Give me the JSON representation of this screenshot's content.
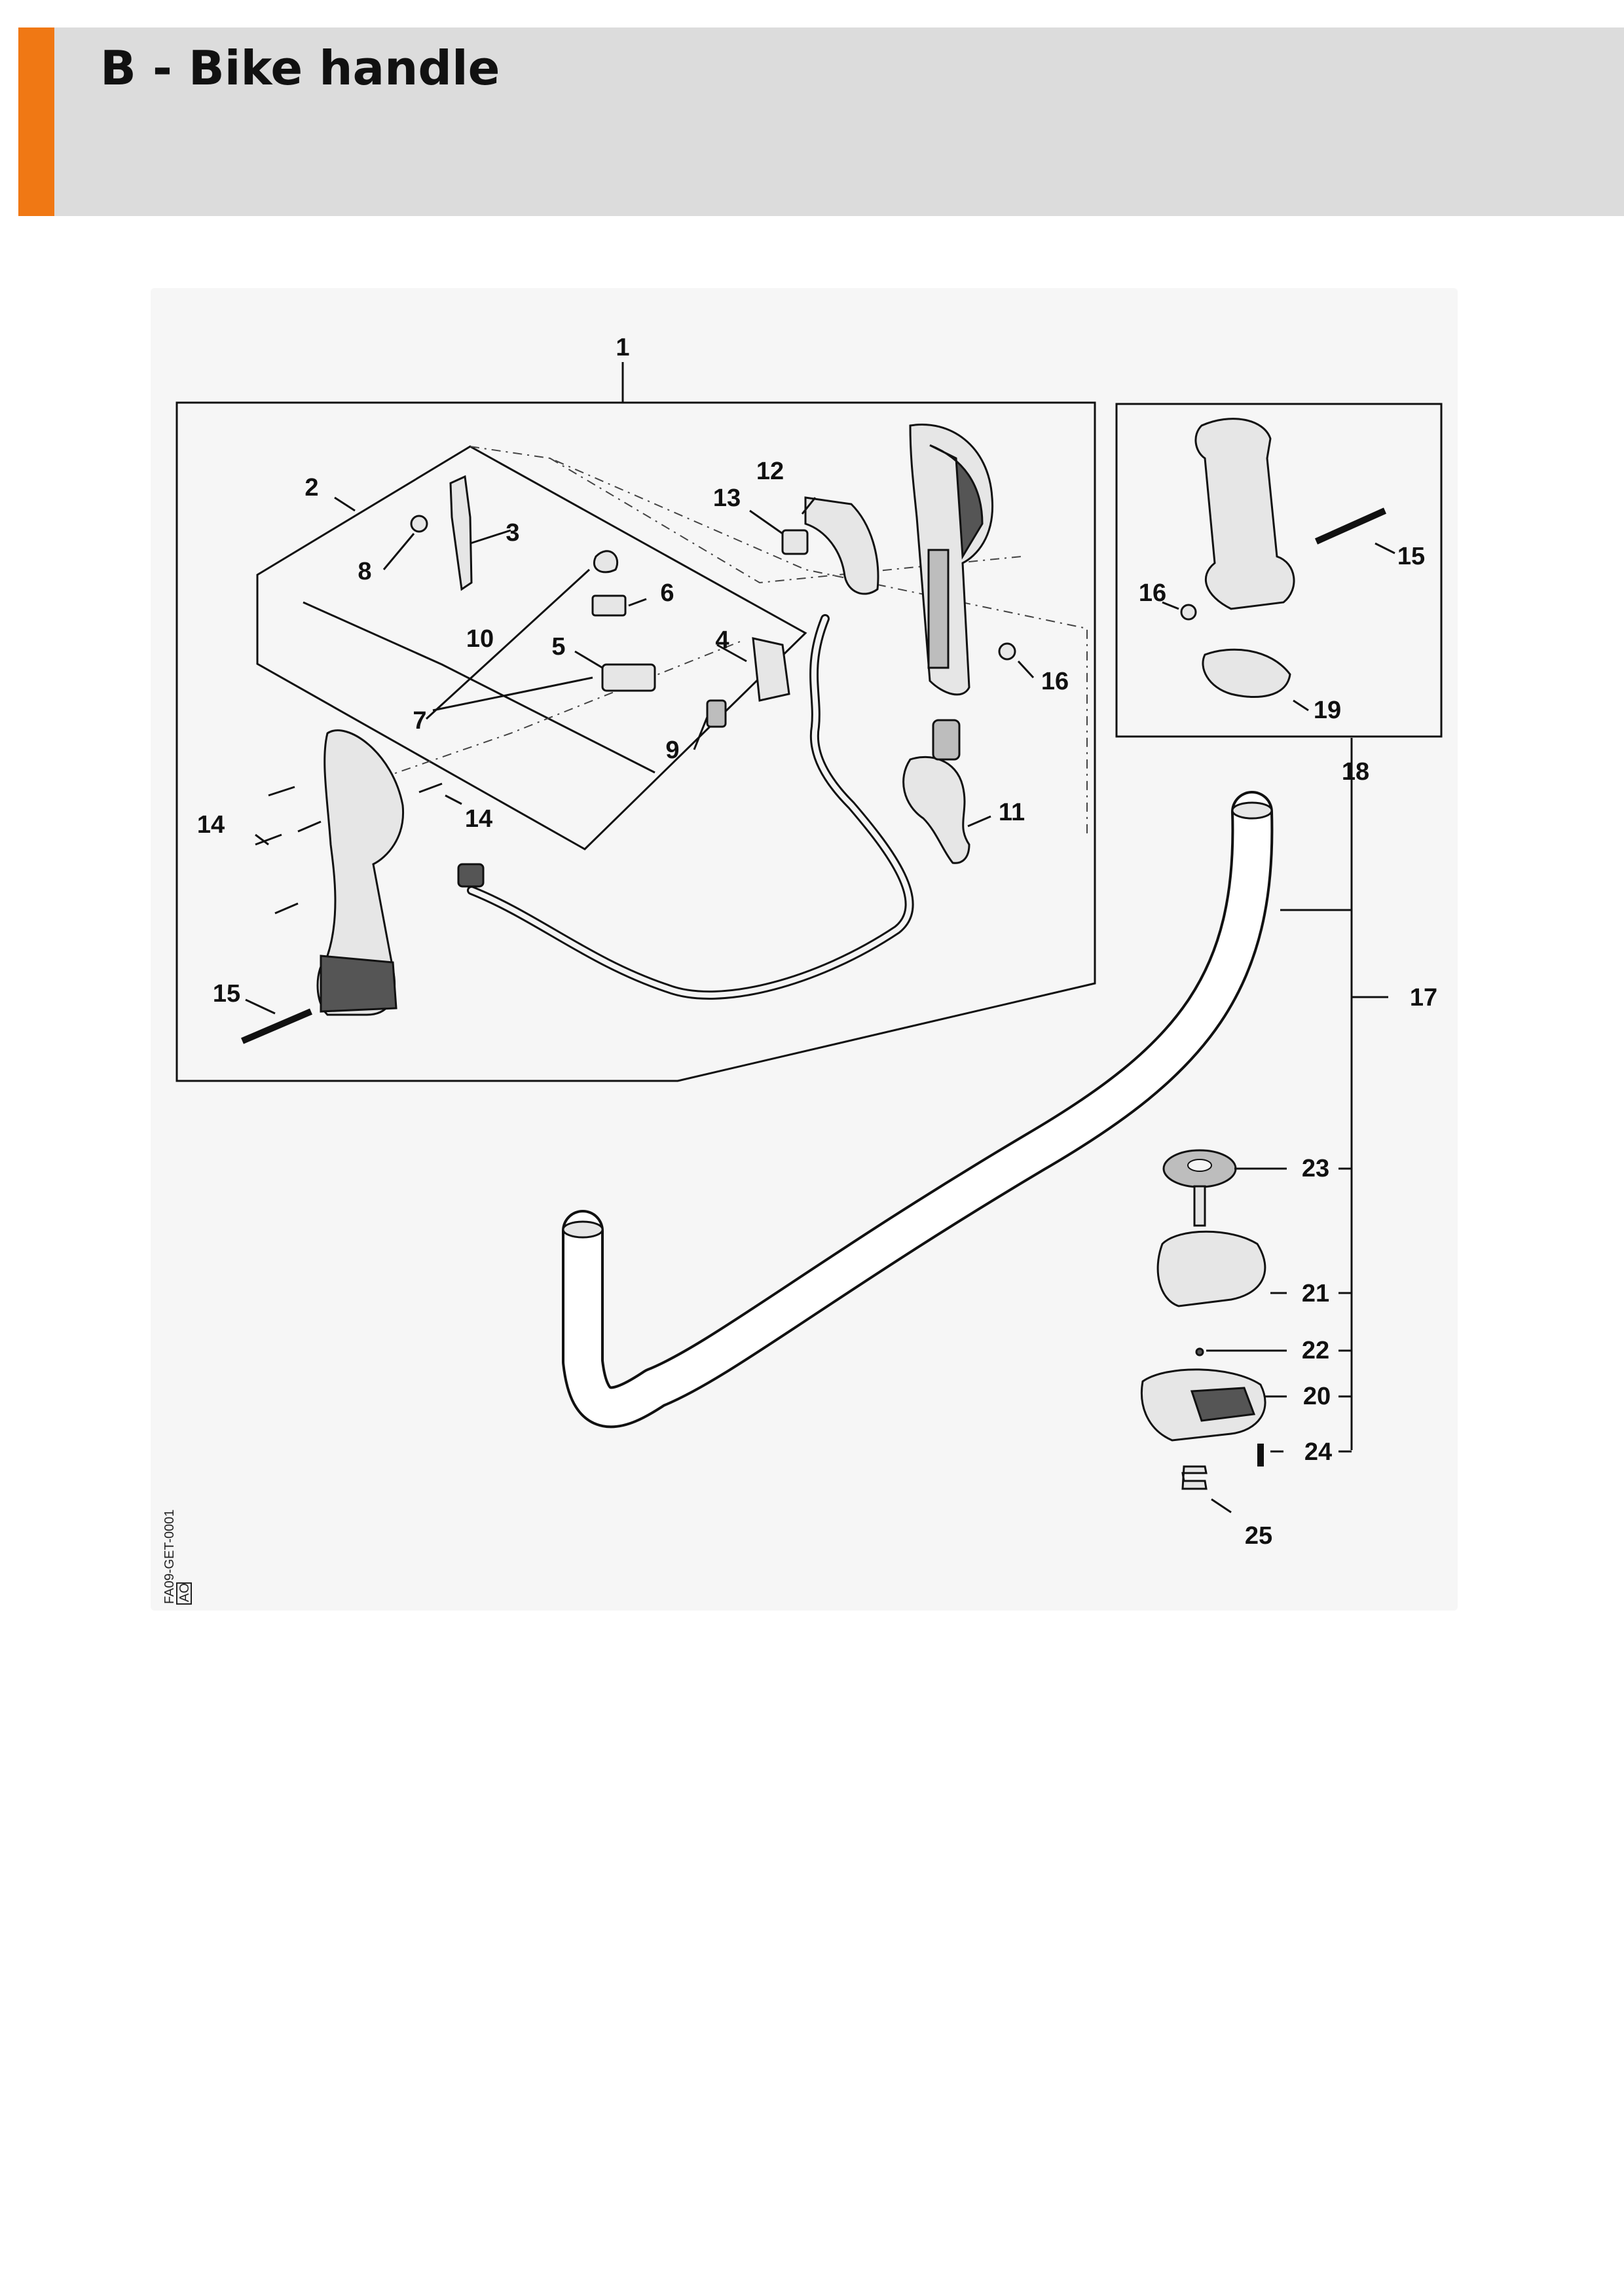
{
  "header": {
    "title": "B - Bike handle",
    "accent_color": "#f07814",
    "background_color": "#dcdcdc"
  },
  "diagram": {
    "reference_code": "FA09-GET-0001",
    "reference_badge": "AO",
    "callouts": [
      "1",
      "2",
      "3",
      "4",
      "5",
      "6",
      "7",
      "8",
      "9",
      "10",
      "11",
      "12",
      "13",
      "14",
      "14",
      "15",
      "15",
      "16",
      "16",
      "17",
      "18",
      "19",
      "20",
      "21",
      "22",
      "23",
      "24",
      "25"
    ]
  }
}
